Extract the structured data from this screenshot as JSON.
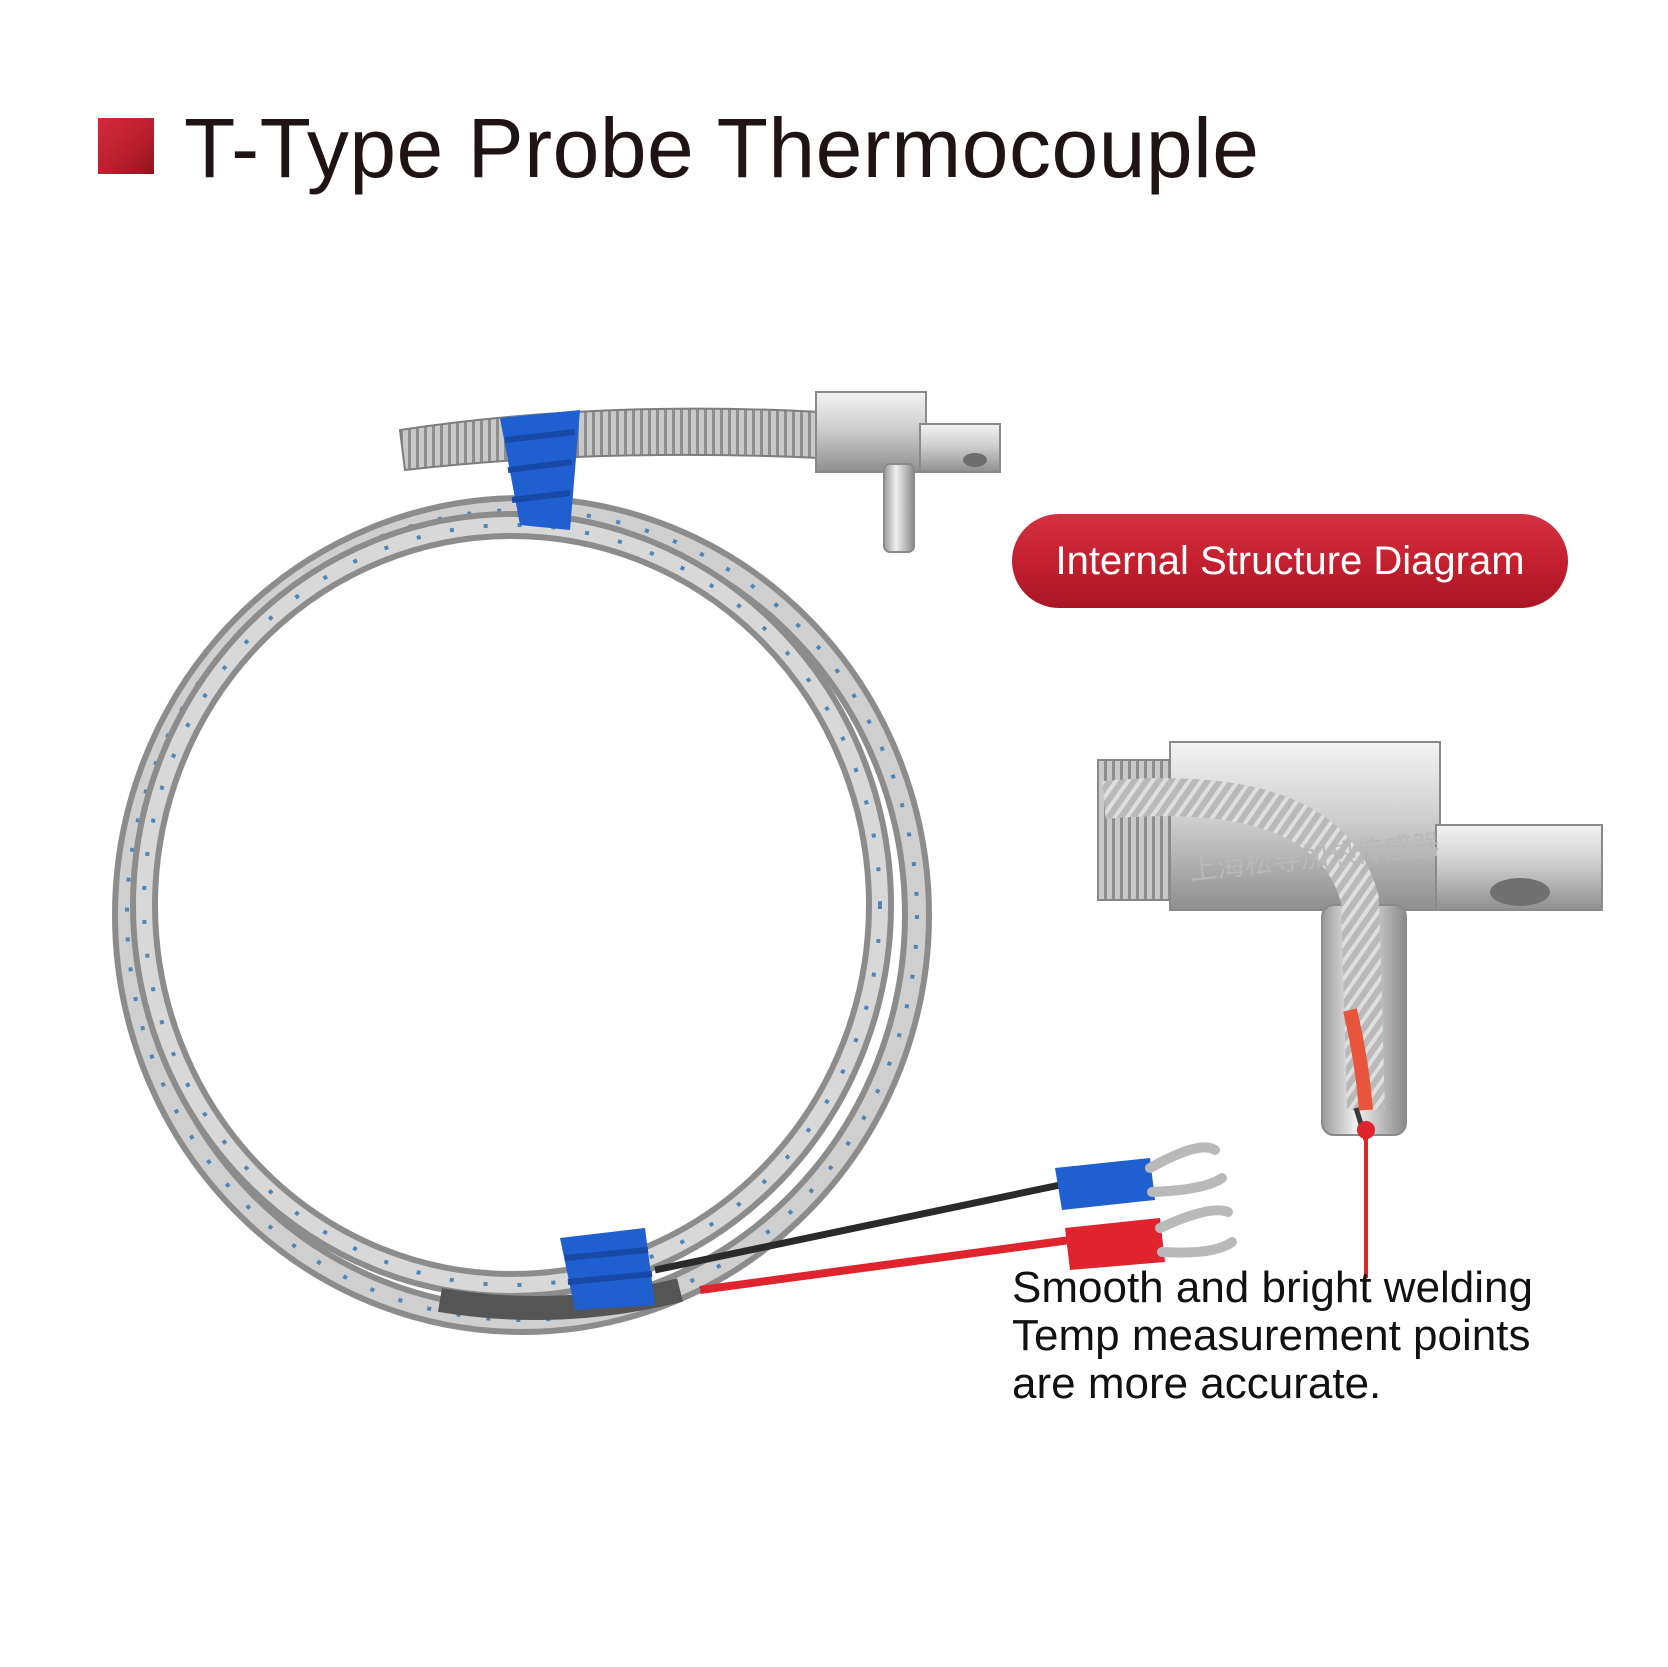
{
  "header": {
    "title": "T-Type Probe Thermocouple",
    "accent_color": "#c41f2e"
  },
  "badge": {
    "label": "Internal Structure Diagram"
  },
  "callout": {
    "lines": [
      "Smooth and bright welding",
      "Temp measurement points",
      "are more accurate."
    ]
  },
  "watermark": {
    "text": "上海松导加热传感器"
  },
  "images": {
    "product": "thermocouple-probe-photo",
    "detail": "internal-structure-cutaway-photo"
  }
}
